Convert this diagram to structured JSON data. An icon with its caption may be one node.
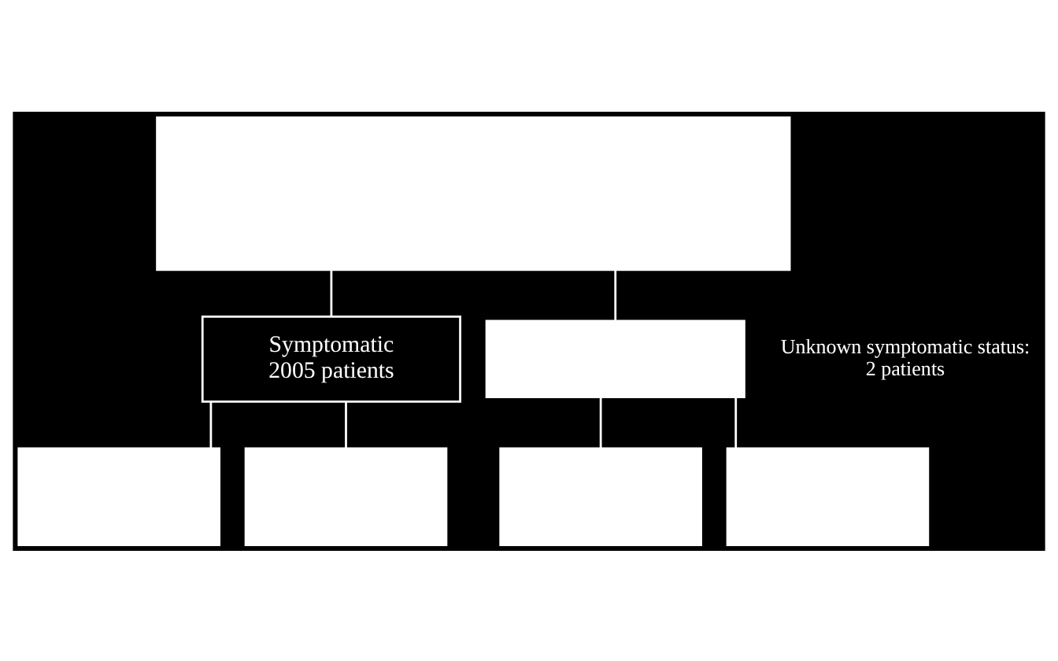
{
  "diagram": {
    "nodes": [
      {
        "text": [],
        "shape": "box"
      },
      {
        "text": [
          "Symptomatic 2005 patients"
        ]
      },
      {
        "text": [],
        "shape": "box"
      },
      {
        "text": [],
        "shape": "box"
      },
      {
        "text": [],
        "shape": "box"
      },
      {
        "text": [],
        "shape": "box"
      },
      {
        "text": [],
        "shape": "box"
      }
    ],
    "edges": [
      {
        "from": 0,
        "to": 1,
        "arrow": "none"
      },
      {
        "from": 0,
        "to": 2,
        "arrow": "none"
      },
      {
        "from": 1,
        "to": 3,
        "arrow": "none"
      },
      {
        "from": 1,
        "to": 4,
        "arrow": "none"
      },
      {
        "from": 2,
        "to": 5,
        "arrow": "none"
      },
      {
        "from": 2,
        "to": 6,
        "arrow": "none"
      }
    ],
    "labels": [
      "Unknown symptomatic status: 2 patients"
    ]
  }
}
